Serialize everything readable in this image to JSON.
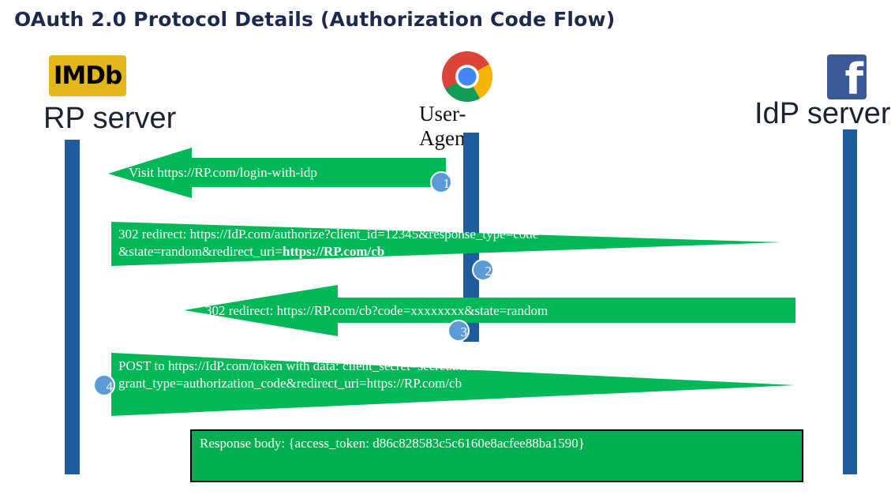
{
  "title": "OAuth 2.0 Protocol Details (Authorization Code Flow)",
  "actors": {
    "rp": {
      "label": "RP server",
      "logo_text": "IMDb"
    },
    "ua": {
      "label_line1": "User-",
      "label_line2": "Agent"
    },
    "idp": {
      "label": "IdP server",
      "logo_text": "f"
    }
  },
  "messages": [
    {
      "step": "1",
      "lines": [
        "Visit https://RP.com/login-with-idp"
      ]
    },
    {
      "step": "2",
      "line1": "302 redirect: https://IdP.com/authorize?client_id=12345&response_type=code",
      "line2_prefix": "&state=random&redirect_uri=",
      "line2_bold": "https://RP.com/cb"
    },
    {
      "step": "3",
      "lines": [
        "302 redirect: https://RP.com/cb?code=xxxxxxxx&state=random"
      ]
    },
    {
      "step": "4",
      "lines": [
        "POST to https://IdP.com/token with data: client_secret=secretxxxxxxx&",
        "grant_type=authorization_code&redirect_uri=https://RP.com/cb"
      ]
    }
  ],
  "response": "Response body: {access_token: d86c828583c5c6160e8acfee88ba1590}",
  "colors": {
    "arrow": "#00b858",
    "lifeline": "#1f5c9e",
    "step_badge": "#5b9bd5",
    "imdb": "#e3b61c",
    "facebook": "#3b5998"
  }
}
